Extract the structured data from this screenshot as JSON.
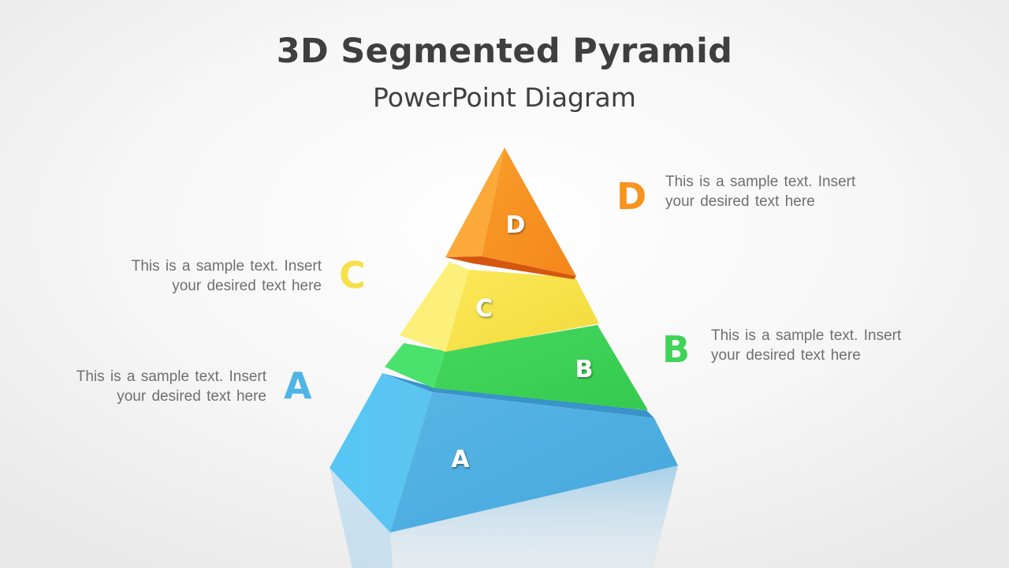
{
  "title": "3D Segmented Pyramid",
  "subtitle": "PowerPoint Diagram",
  "segments": [
    {
      "id": "A",
      "label": "A",
      "text_line1": "This is a sample  text. Insert",
      "text_line2": "your desired text here",
      "color": "#4FB4E6"
    },
    {
      "id": "B",
      "label": "B",
      "text_line1": "This is a sample  text. Insert",
      "text_line2": "your desired text here",
      "color": "#3FD35A"
    },
    {
      "id": "C",
      "label": "C",
      "text_line1": "This is a sample  text. Insert",
      "text_line2": "your desired text here",
      "color": "#F5E04A"
    },
    {
      "id": "D",
      "label": "D",
      "text_line1": "This is a sample  text. Insert",
      "text_line2": "your desired text here",
      "color": "#F7931E"
    }
  ]
}
